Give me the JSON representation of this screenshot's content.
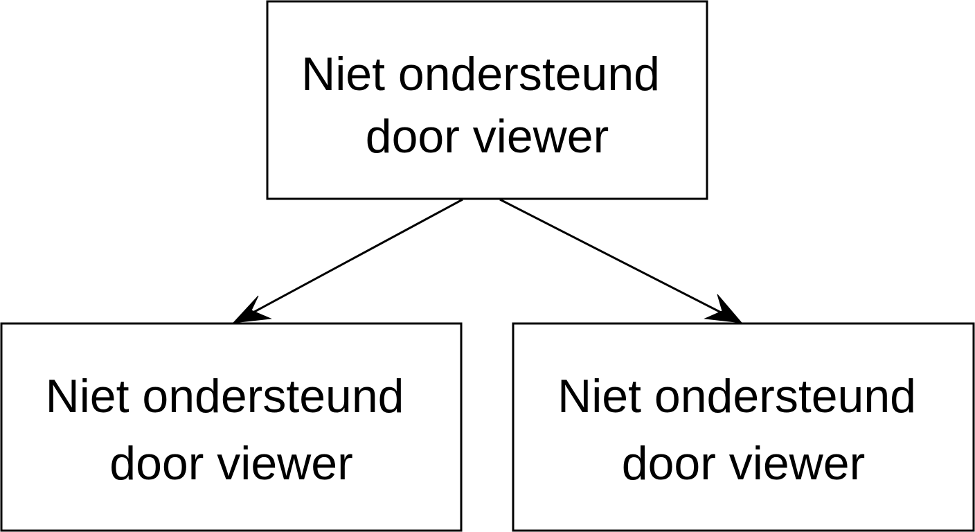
{
  "nodes": {
    "top": {
      "line1": "Niet ondersteund",
      "line2": "door viewer"
    },
    "left": {
      "line1": "Niet ondersteund",
      "line2": "door viewer"
    },
    "right": {
      "line1": "Niet ondersteund",
      "line2": "door viewer"
    }
  },
  "colors": {
    "stroke": "#000000",
    "background": "#ffffff"
  }
}
